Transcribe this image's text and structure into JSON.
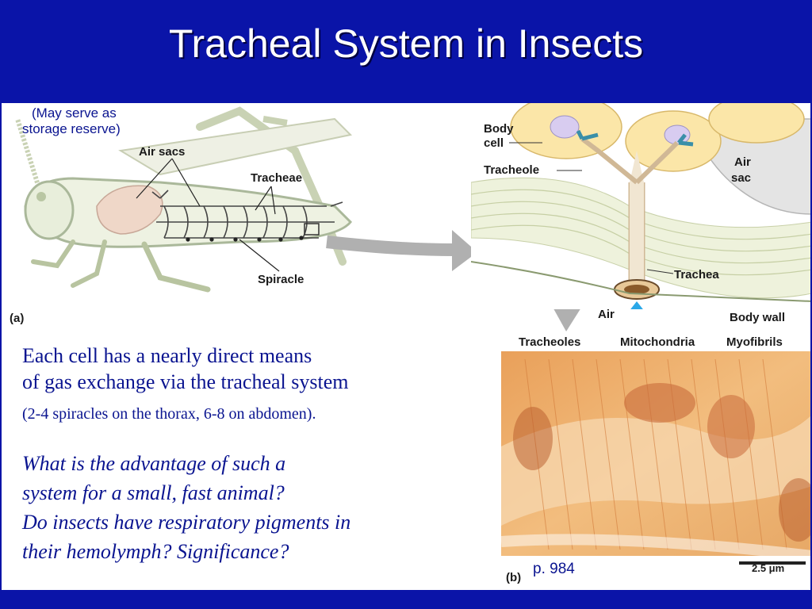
{
  "slide": {
    "title": "Tracheal System in Insects",
    "note_line1": "(May serve as",
    "note_line2": "storage reserve)",
    "body_line1": "Each cell has a nearly direct means",
    "body_line2": "of gas exchange via the tracheal system",
    "body_line3": "(2-4 spiracles on the thorax, 6-8 on abdomen).",
    "question_line1": "What is the advantage of such a",
    "question_line2": "system for a small, fast animal?",
    "question_line3": "Do insects have respiratory pigments in",
    "question_line4": "their hemolymph?  Significance?",
    "page_ref": "p. 984"
  },
  "figure_a": {
    "label_air_sacs": "Air sacs",
    "label_tracheae": "Tracheae",
    "label_spiracle": "Spiracle",
    "panel_label": "(a)"
  },
  "figure_detail": {
    "label_body_cell_1": "Body",
    "label_body_cell_2": "cell",
    "label_tracheole": "Tracheole",
    "label_air_sac_1": "Air",
    "label_air_sac_2": "sac",
    "label_trachea": "Trachea",
    "label_air": "Air",
    "label_body_wall": "Body wall",
    "label_tracheoles": "Tracheoles",
    "label_mitochondria": "Mitochondria",
    "label_myofibrils": "Myofibrils"
  },
  "figure_b": {
    "panel_label": "(b)",
    "scale_label": "2.5 μm"
  }
}
